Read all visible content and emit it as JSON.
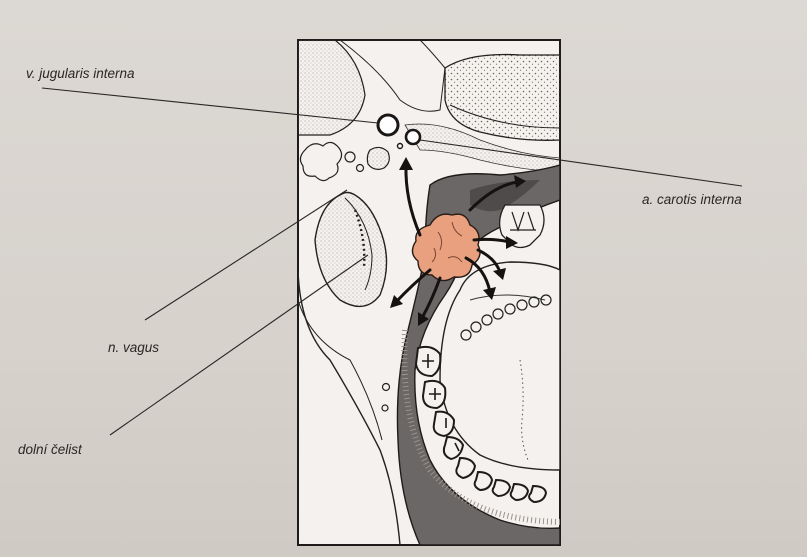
{
  "labels": {
    "vein": "v. jugularis interna",
    "artery": "a. carotis interna",
    "nerve": "n. vagus",
    "jaw": "dolní čelist"
  },
  "colors": {
    "paper": "#dcd8d3",
    "ink": "#2a2624",
    "mass": "#e9a07e",
    "dark_space": "#6b6766",
    "stipple": "#bfb9b3"
  }
}
